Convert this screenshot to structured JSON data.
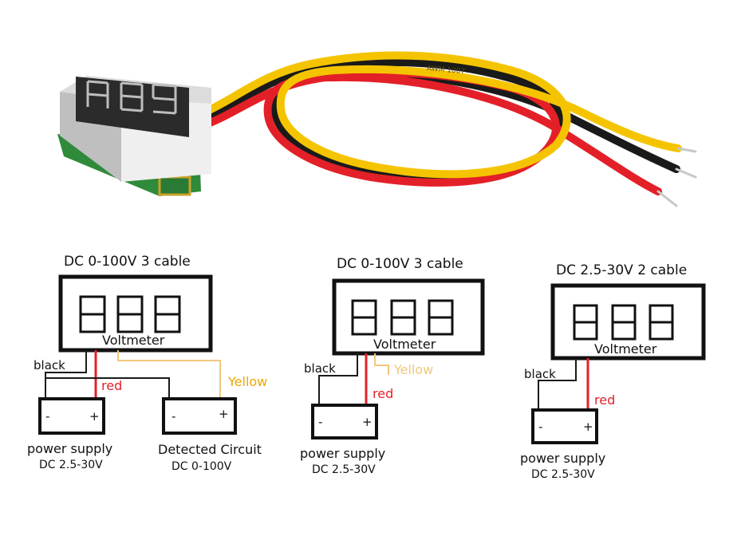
{
  "product_photo": {
    "cable_print": "AWM  1007"
  },
  "diagrams": [
    {
      "title": "DC 0-100V 3 cable",
      "meter_label": "Voltmeter",
      "wire_labels": {
        "black": "black",
        "red": "red",
        "yellow": "Yellow"
      },
      "supply": {
        "minus": "-",
        "plus": "+",
        "name": "power supply",
        "range": "DC 2.5-30V"
      },
      "circuit": {
        "minus": "-",
        "plus": "+",
        "name": "Detected Circuit",
        "range": "DC 0-100V"
      }
    },
    {
      "title": "DC 0-100V 3 cable",
      "meter_label": "Voltmeter",
      "wire_labels": {
        "black": "black",
        "red": "red",
        "yellow": "Yellow"
      },
      "supply": {
        "minus": "-",
        "plus": "+",
        "name": "power supply",
        "range": "DC 2.5-30V"
      }
    },
    {
      "title": "DC 2.5-30V 2 cable",
      "meter_label": "Voltmeter",
      "wire_labels": {
        "black": "black",
        "red": "red"
      },
      "supply": {
        "minus": "-",
        "plus": "+",
        "name": "power supply",
        "range": "DC 2.5-30V"
      }
    }
  ],
  "colors": {
    "black_wire": "#1a1a1a",
    "red_wire": "#e32028",
    "yellow_wire": "#f5c400",
    "yellow_label": "#e8a800",
    "yellow_guide": "#f2c77a",
    "pcb": "#2f8a3a",
    "housing": "#ececec"
  }
}
